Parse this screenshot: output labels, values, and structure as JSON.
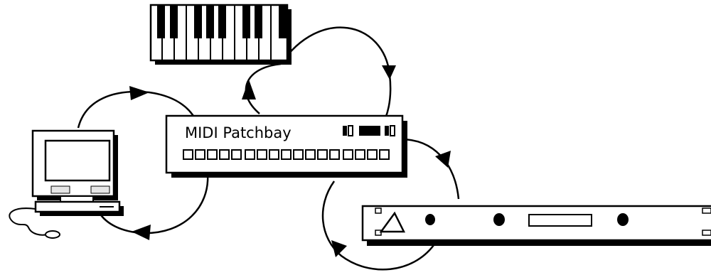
{
  "patchbay": {
    "label": "MIDI Patchbay"
  },
  "devices": [
    {
      "id": "keyboard",
      "icon": "midi-keyboard-icon"
    },
    {
      "id": "computer",
      "icon": "computer-icon"
    },
    {
      "id": "patchbay",
      "icon": "midi-patchbay-icon"
    },
    {
      "id": "rack-module",
      "icon": "rack-sound-module-icon"
    }
  ],
  "connections": [
    {
      "from": "patchbay",
      "to": "keyboard"
    },
    {
      "from": "keyboard",
      "to": "patchbay"
    },
    {
      "from": "computer",
      "to": "patchbay"
    },
    {
      "from": "patchbay",
      "to": "computer"
    },
    {
      "from": "patchbay",
      "to": "rack-module"
    },
    {
      "from": "rack-module",
      "to": "patchbay"
    }
  ],
  "colors": {
    "line": "#000000",
    "background": "#ffffff",
    "screen_tint": "#e6e6e6"
  }
}
